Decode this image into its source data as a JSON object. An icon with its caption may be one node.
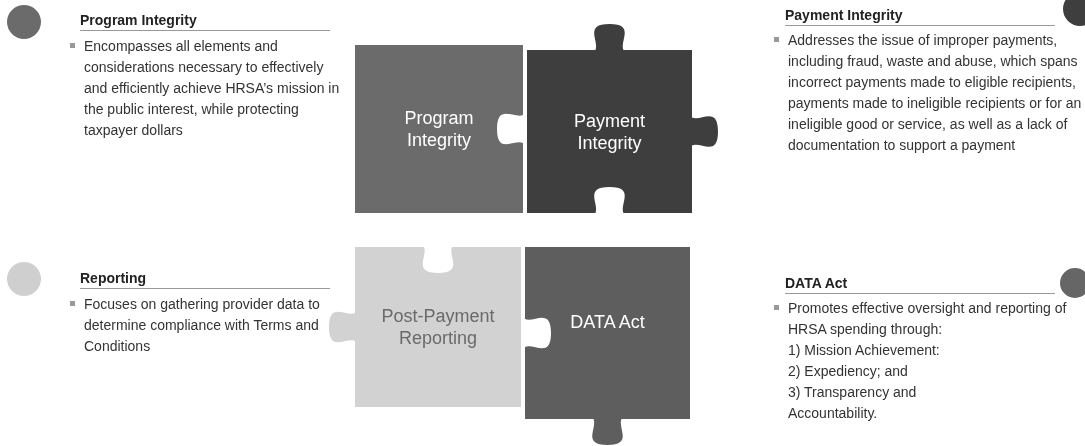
{
  "diagram": {
    "nodes": [
      {
        "text": [
          "Program Integrity"
        ]
      },
      {
        "text": [
          "Payment Integrity"
        ]
      },
      {
        "text": [
          "Post-Payment Reporting"
        ]
      },
      {
        "text": [
          "DATA Act"
        ]
      }
    ],
    "labels": [
      "Program Integrity",
      "Encompasses all elements and considerations necessary to effectively and efficiently achieve HRSA’s mission in the public interest, while protecting taxpayer dollars",
      "Payment Integrity",
      "Addresses the issue of improper payments, including fraud, waste and abuse, which spans incorrect payments made to eligible recipients, payments made to ineligible recipients or for an ineligible good or service, as well as a lack of documentation to support a payment",
      "Reporting",
      "Focuses on gathering provider data to determine compliance with Terms and Conditions",
      "DATA Act",
      "Promotes effective oversight and reporting of HRSA spending through:",
      "1) Mission Achievement:",
      "2) Expediency; and",
      "3) Transparency and Accountability."
    ]
  }
}
